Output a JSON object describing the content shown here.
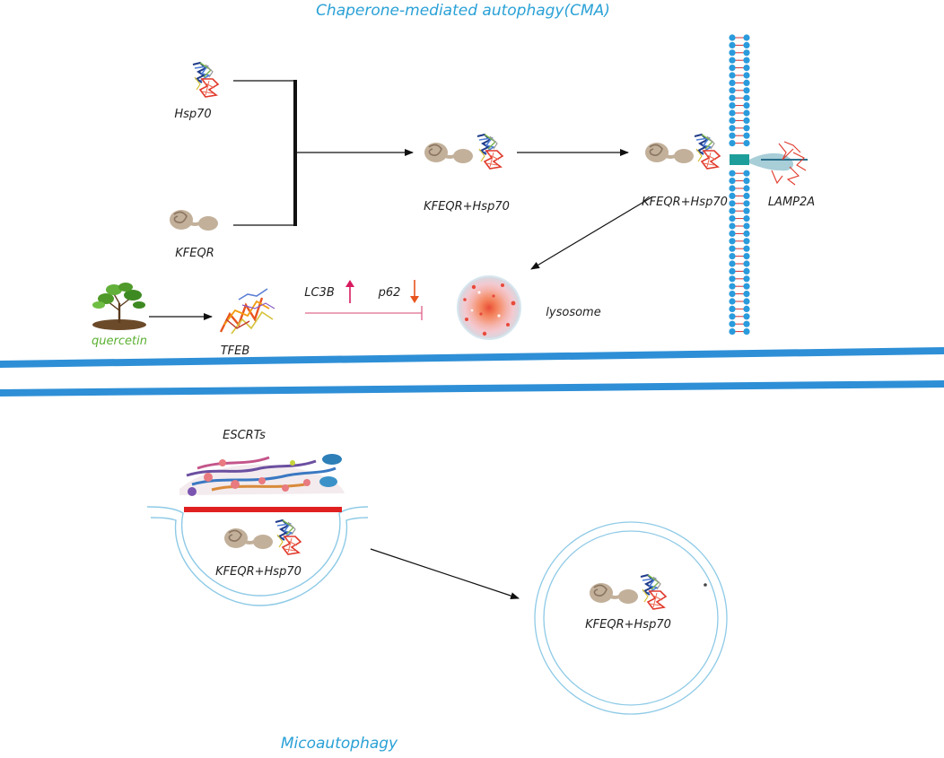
{
  "titles": {
    "top": "Chaperone-mediated autophagy(CMA)",
    "bottom": "Micoautophagy"
  },
  "labels": {
    "hsp70": "Hsp70",
    "kfeqr": "KFEQR",
    "complex_1": "KFEQR+Hsp70",
    "complex_2": "KFEQR+Hsp70",
    "lamp2a": "LAMP2A",
    "lysosome": "lysosome",
    "quercetin": "quercetin",
    "tfeb": "TFEB",
    "lc3b": "LC3B",
    "p62": "p62",
    "escrts": "ESCRTs",
    "complex_3": "KFEQR+Hsp70",
    "complex_4": "KFEQR+Hsp70"
  },
  "colors": {
    "title": "#2aa1d6",
    "divider": "#2e8fd6",
    "membrane_bead": "#2a9bdc",
    "membrane_link": "#d83030",
    "lamp_junction": "#1e9e9a",
    "kfeqr_shape": "#c2b09a",
    "inhibition_line": "#e06a8f",
    "up_arrow": "#d81b60",
    "down_arrow": "#e8541e",
    "escrt_bar": "#e02020",
    "vesicle": "#8ecae6",
    "quercetin_label": "#5bb030"
  },
  "icons": {
    "hsp70": "protein-structure-icon",
    "kfeqr": "peptide-blob-icon",
    "tfeb": "tfeb-structure-icon",
    "quercetin": "plant-sprout-icon",
    "lysosome": "lysosome-sphere-icon",
    "escrts": "escrt-complex-icon"
  }
}
